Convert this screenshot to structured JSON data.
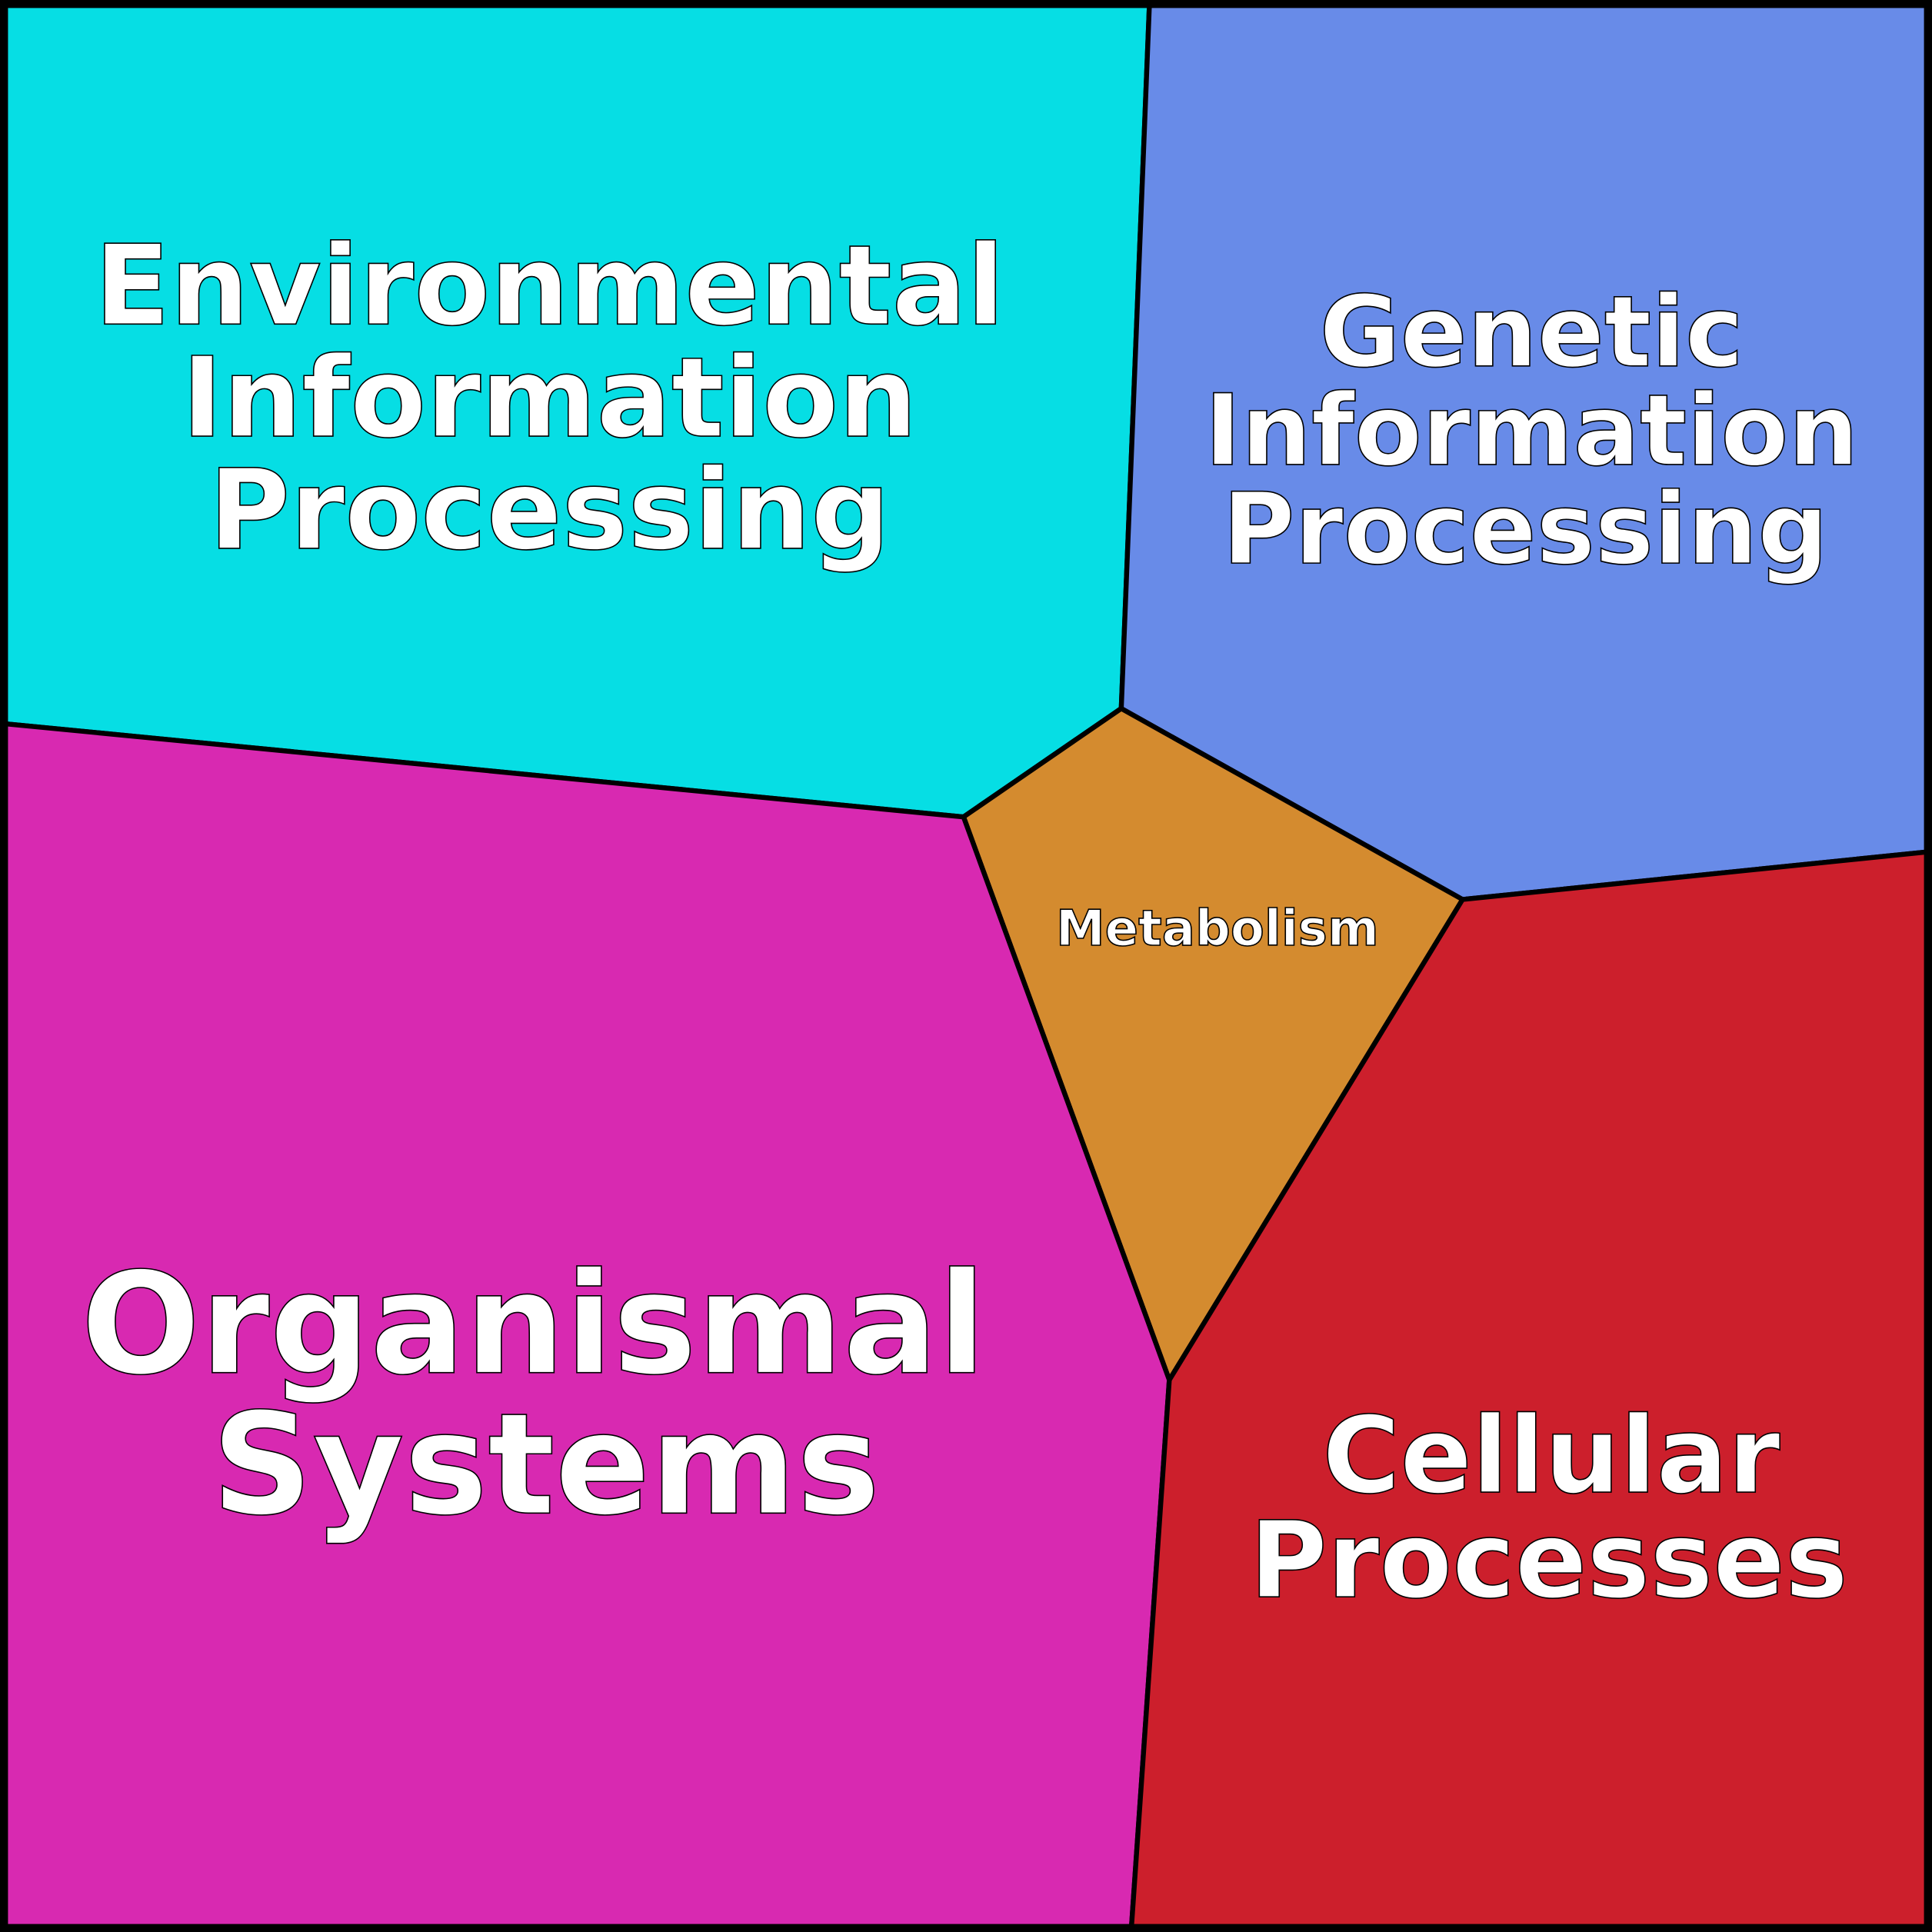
{
  "regions": {
    "environmental": {
      "lines": [
        "Environmental",
        "Information",
        "Processing"
      ],
      "color": "#06DEE4"
    },
    "genetic": {
      "lines": [
        "Genetic",
        "Information",
        "Processing"
      ],
      "color": "#688BE8"
    },
    "metabolism": {
      "lines": [
        "Metabolism"
      ],
      "color": "#D48B2F"
    },
    "organismal": {
      "lines": [
        "Organismal",
        "Systems"
      ],
      "color": "#D829B1"
    },
    "cellular": {
      "lines": [
        "Cellular",
        "Processes"
      ],
      "color": "#CC1F2C"
    }
  }
}
